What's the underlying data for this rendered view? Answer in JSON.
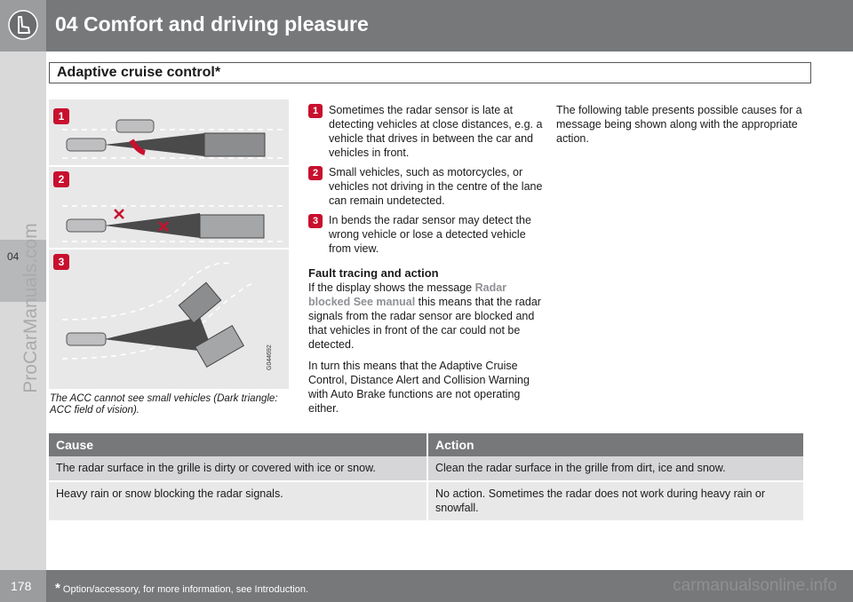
{
  "header": {
    "title": "04 Comfort and driving pleasure",
    "icon": "seat-icon"
  },
  "sidebar": {
    "chapter": "04",
    "watermark": "ProCarManuals.com"
  },
  "section_title": "Adaptive cruise control*",
  "figure": {
    "labels": [
      "1",
      "2",
      "3"
    ],
    "code": "G044692",
    "caption": "The ACC cannot see small vehicles (Dark triangle: ACC field of vision)."
  },
  "body": {
    "items": [
      {
        "n": "1",
        "text": "Sometimes the radar sensor is late at detecting vehicles at close distances, e.g. a vehicle that drives in between the car and vehicles in front."
      },
      {
        "n": "2",
        "text": "Small vehicles, such as motorcycles, or vehicles not driving in the centre of the lane can remain undetected."
      },
      {
        "n": "3",
        "text": "In bends the radar sensor may detect the wrong vehicle or lose a detected vehicle from view."
      }
    ],
    "fault_heading": "Fault tracing and action",
    "fault_p1_a": "If the display shows the message ",
    "fault_p1_msg": "Radar blocked See manual",
    "fault_p1_b": " this means that the radar signals from the radar sensor are blocked and that vehicles in front of the car could not be detected.",
    "fault_p2": "In turn this means that the Adaptive Cruise Control, Distance Alert and Collision Warning with Auto Brake functions are not operating either.",
    "col3": "The following table presents possible causes for a message being shown along with the appropriate action."
  },
  "table": {
    "headers": [
      "Cause",
      "Action"
    ],
    "rows": [
      [
        "The radar surface in the grille is dirty or covered with ice or snow.",
        "Clean the radar surface in the grille from dirt, ice and snow."
      ],
      [
        "Heavy rain or snow blocking the radar signals.",
        "No action. Sometimes the radar does not work during heavy rain or snowfall."
      ]
    ]
  },
  "footer": {
    "page": "178",
    "star": "*",
    "note": " Option/accessory, for more information, see Introduction.",
    "watermark": "carmanualsonline.info"
  }
}
